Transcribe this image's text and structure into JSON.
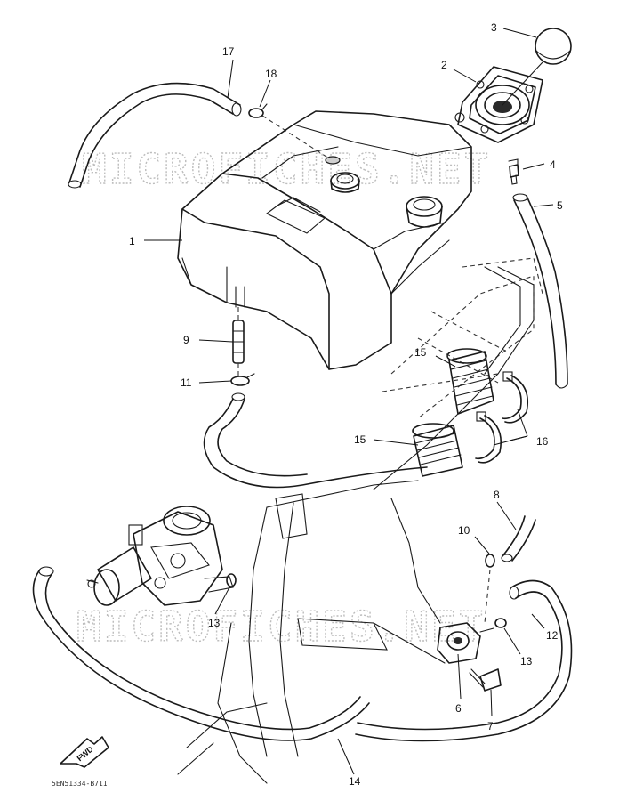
{
  "watermarks": [
    "MICROFICHES.NET",
    "MICROFICHES.NET"
  ],
  "callouts": [
    "1",
    "2",
    "3",
    "4",
    "5",
    "6",
    "7",
    "8",
    "9",
    "10",
    "11",
    "12",
    "13",
    "13",
    "14",
    "15",
    "15",
    "16",
    "17",
    "18"
  ],
  "fwd_label": "FWD",
  "drawing_code": "5EN51334-B711"
}
